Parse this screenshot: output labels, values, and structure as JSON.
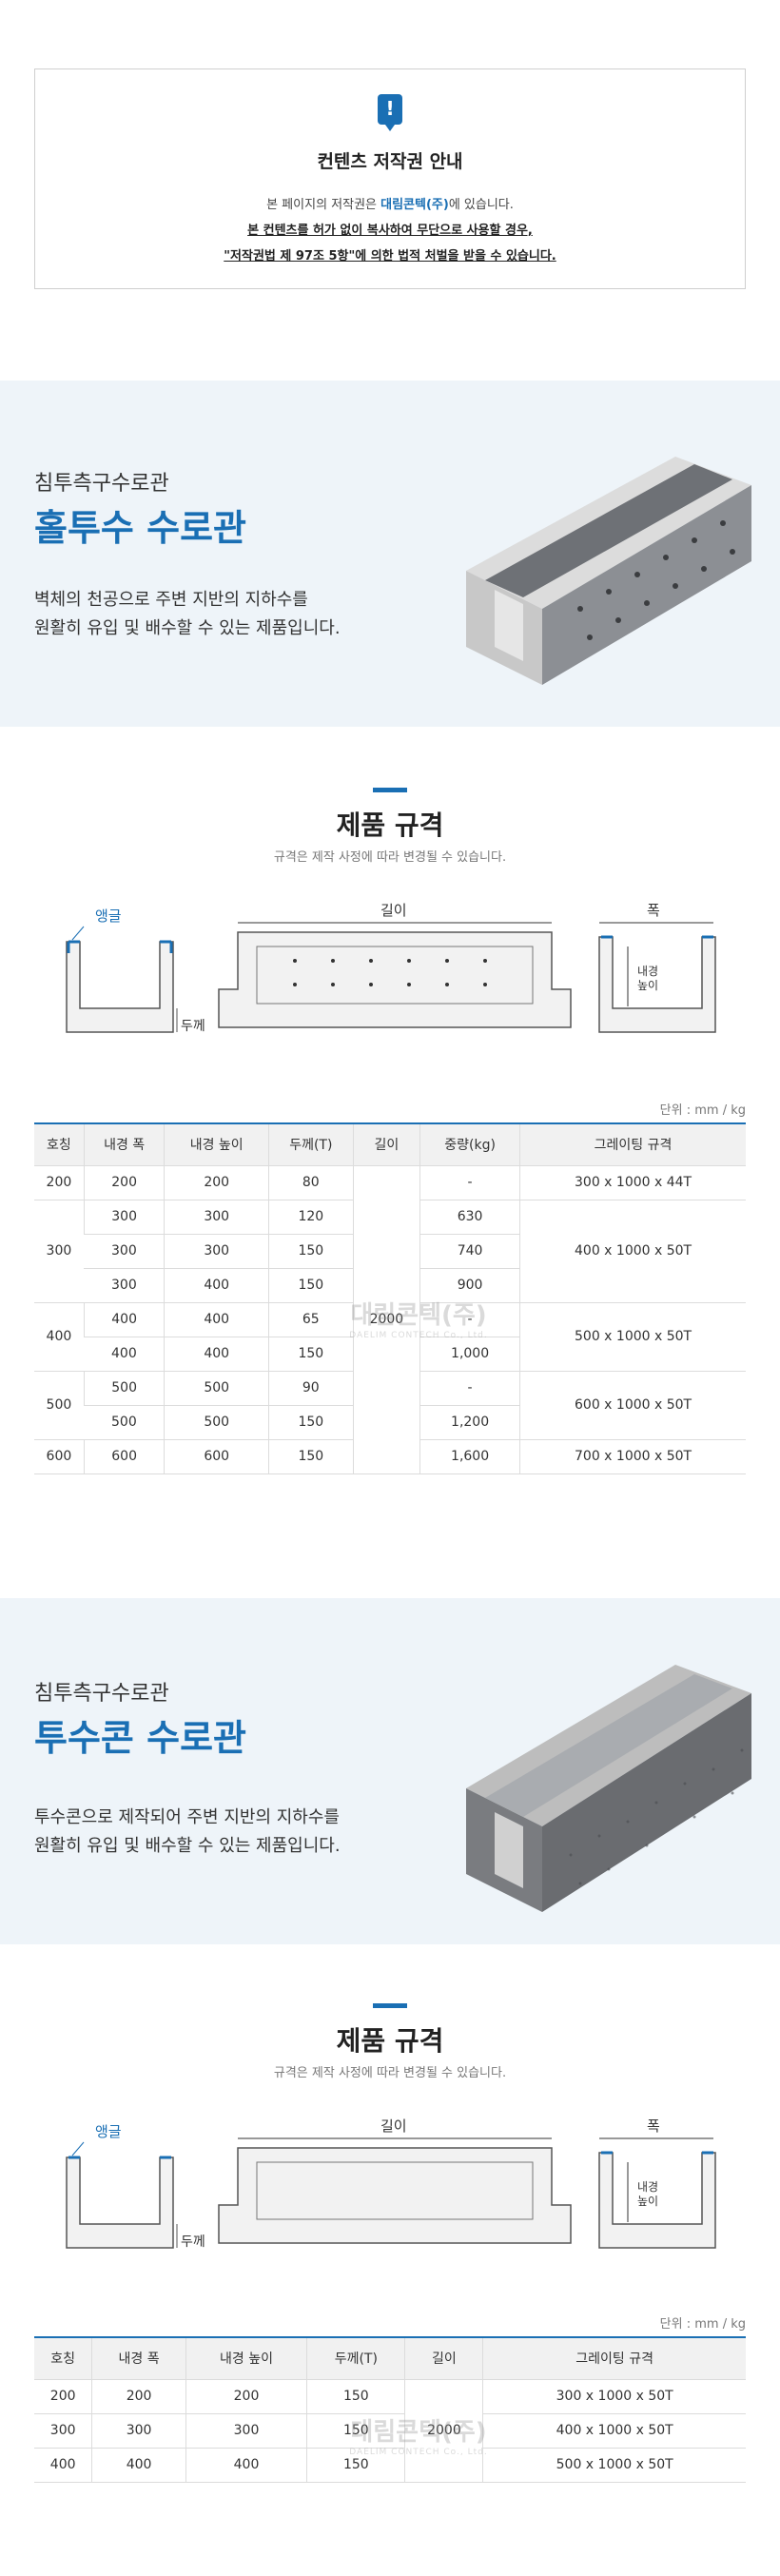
{
  "notice": {
    "badge": "!",
    "title": "컨텐츠 저작권 안내",
    "line1_pre": "본 페이지의 저작권은 ",
    "line1_company": "대림콘텍(주)",
    "line1_post": "에 있습니다.",
    "line2": "본 컨텐츠를 허가 없이 복사하여 무단으로 사용할 경우,",
    "line3": "\"저작권법 제 97조 5항\"에 의한 법적 처벌을 받을 수 있습니다."
  },
  "watermark": {
    "name": "대림콘텍(주)",
    "sub": "DAELIM CONTECH Co., Ltd."
  },
  "product1": {
    "category": "침투측구수로관",
    "name": "홀투수 수로관",
    "desc1": "벽체의 천공으로 주변 지반의 지하수를",
    "desc2": "원활히 유입 및 배수할 수 있는 제품입니다."
  },
  "spec1": {
    "title": "제품 규격",
    "subtitle": "규격은 제작 사정에 따라 변경될 수 있습니다.",
    "diagram": {
      "angle": "앵글",
      "thickness": "두께",
      "length": "길이",
      "width": "폭",
      "inner_h1": "내경",
      "inner_h2": "높이"
    },
    "unit": "단위 : mm / kg",
    "headers": [
      "호칭",
      "내경 폭",
      "내경 높이",
      "두께(T)",
      "길이",
      "중량(kg)",
      "그레이팅 규격"
    ],
    "length_value": "2000",
    "rows": [
      {
        "name": "200",
        "w": "200",
        "h": "200",
        "t": "80",
        "kg": "-"
      },
      {
        "name": "300",
        "w": "300",
        "h": "300",
        "t": "120",
        "kg": "630"
      },
      {
        "name": "",
        "w": "300",
        "h": "300",
        "t": "150",
        "kg": "740"
      },
      {
        "name": "",
        "w": "300",
        "h": "400",
        "t": "150",
        "kg": "900"
      },
      {
        "name": "400",
        "w": "400",
        "h": "400",
        "t": "65",
        "kg": "-"
      },
      {
        "name": "",
        "w": "400",
        "h": "400",
        "t": "150",
        "kg": "1,000"
      },
      {
        "name": "500",
        "w": "500",
        "h": "500",
        "t": "90",
        "kg": "-"
      },
      {
        "name": "",
        "w": "500",
        "h": "500",
        "t": "150",
        "kg": "1,200"
      },
      {
        "name": "600",
        "w": "600",
        "h": "600",
        "t": "150",
        "kg": "1,600"
      }
    ],
    "grating": [
      "300 x 1000 x 44T",
      "400 x 1000 x 50T",
      "500 x 1000 x 50T",
      "600 x 1000 x 50T",
      "700 x 1000 x 50T"
    ]
  },
  "product2": {
    "category": "침투측구수로관",
    "name": "투수콘 수로관",
    "desc1": "투수콘으로 제작되어 주변 지반의 지하수를",
    "desc2": "원활히 유입 및 배수할 수 있는 제품입니다."
  },
  "spec2": {
    "title": "제품 규격",
    "subtitle": "규격은 제작 사정에 따라 변경될 수 있습니다.",
    "diagram": {
      "angle": "앵글",
      "thickness": "두께",
      "length": "길이",
      "width": "폭",
      "inner_h1": "내경",
      "inner_h2": "높이"
    },
    "unit": "단위 : mm / kg",
    "headers": [
      "호칭",
      "내경 폭",
      "내경 높이",
      "두께(T)",
      "길이",
      "그레이팅 규격"
    ],
    "length_value": "2000",
    "rows": [
      {
        "name": "200",
        "w": "200",
        "h": "200",
        "t": "150",
        "g": "300 x 1000 x 50T"
      },
      {
        "name": "300",
        "w": "300",
        "h": "300",
        "t": "150",
        "g": "400 x 1000 x 50T"
      },
      {
        "name": "400",
        "w": "400",
        "h": "400",
        "t": "150",
        "g": "500 x 1000 x 50T"
      }
    ]
  },
  "colors": {
    "accent": "#1a6fb4",
    "hero_bg": "#eef4f9"
  }
}
